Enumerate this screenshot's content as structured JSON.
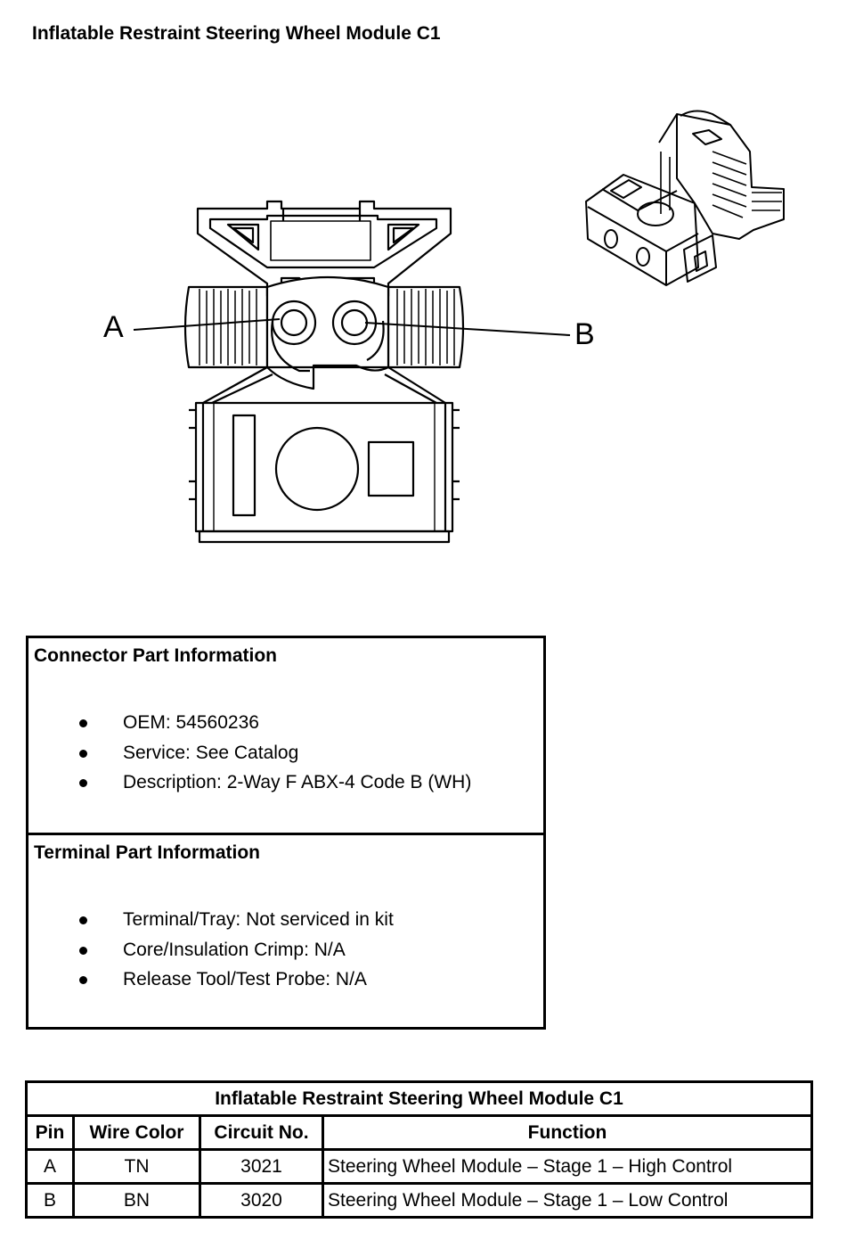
{
  "title": "Inflatable Restraint Steering Wheel Module C1",
  "callouts": {
    "a": "A",
    "b": "B"
  },
  "connector_info": {
    "heading": "Connector Part Information",
    "items": [
      "OEM: 54560236",
      "Service: See Catalog",
      "Description: 2-Way F ABX-4 Code B (WH)"
    ]
  },
  "terminal_info": {
    "heading": "Terminal Part Information",
    "items": [
      "Terminal/Tray: Not serviced in kit",
      "Core/Insulation Crimp: N/A",
      "Release Tool/Test Probe: N/A"
    ]
  },
  "pin_table": {
    "caption": "Inflatable Restraint Steering Wheel Module C1",
    "headers": [
      "Pin",
      "Wire Color",
      "Circuit No.",
      "Function"
    ],
    "rows": [
      [
        "A",
        "TN",
        "3021",
        "Steering Wheel Module – Stage 1 – High Control"
      ],
      [
        "B",
        "BN",
        "3020",
        "Steering Wheel Module – Stage 1 – Low Control"
      ]
    ]
  }
}
